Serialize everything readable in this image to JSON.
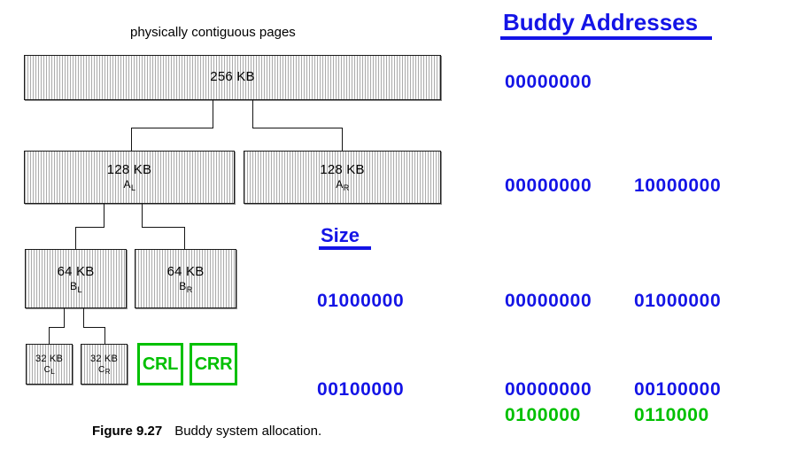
{
  "diagram": {
    "top_label": "physically contiguous pages",
    "caption_number": "Figure 9.27",
    "caption_text": "Buddy system allocation.",
    "colors": {
      "blue": "#1414E6",
      "green": "#00C000",
      "block_fill": "#EBEBEB",
      "line": "#141414"
    },
    "blocks": {
      "root": {
        "size": "256 KB",
        "tag": "",
        "sub": ""
      },
      "level2_left": {
        "size": "128 KB",
        "tag": "A",
        "sub": "L"
      },
      "level2_right": {
        "size": "128 KB",
        "tag": "A",
        "sub": "R"
      },
      "level3_left": {
        "size": "64 KB",
        "tag": "B",
        "sub": "L"
      },
      "level3_right": {
        "size": "64 KB",
        "tag": "B",
        "sub": "R"
      },
      "level4_left": {
        "size": "32 KB",
        "tag": "C",
        "sub": "L"
      },
      "level4_right": {
        "size": "32 KB",
        "tag": "C",
        "sub": "R"
      }
    },
    "green_boxes": [
      {
        "label": "CRL"
      },
      {
        "label": "CRR"
      }
    ]
  },
  "size_column": {
    "heading": "Size",
    "values": [
      {
        "text": "01000000",
        "color": "blue"
      },
      {
        "text": "00100000",
        "color": "blue"
      }
    ]
  },
  "buddy_addresses": {
    "heading": "Buddy Addresses",
    "rows": [
      {
        "left": "00000000",
        "right": ""
      },
      {
        "left": "00000000",
        "right": "10000000"
      },
      {
        "left": "00000000",
        "right": "01000000"
      },
      {
        "left": "00000000",
        "right": "00100000"
      },
      {
        "left": "0100000",
        "right": "0110000"
      }
    ]
  }
}
